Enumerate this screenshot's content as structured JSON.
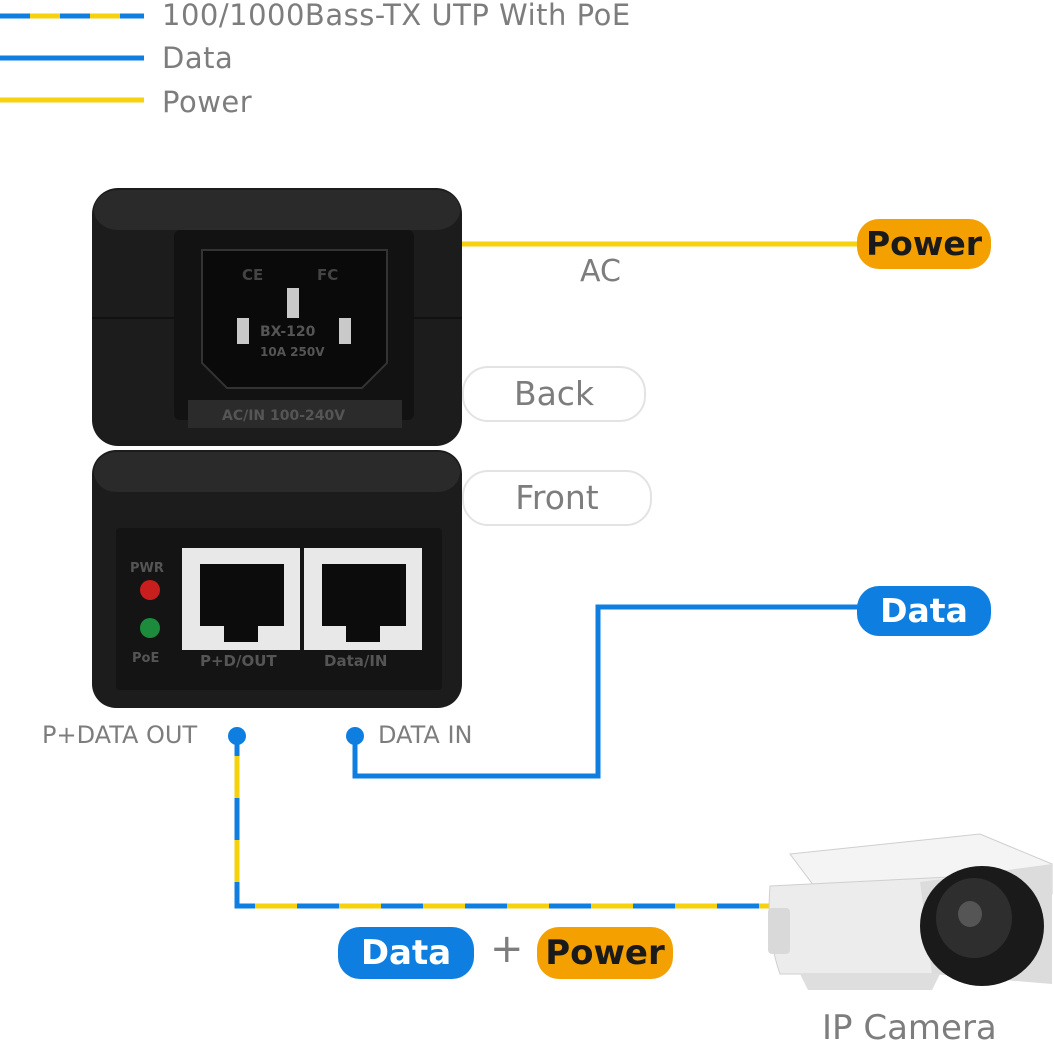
{
  "legend": [
    {
      "label": "100/1000Bass-TX UTP With PoE",
      "style": "mixed"
    },
    {
      "label": "Data",
      "style": "blue"
    },
    {
      "label": "Power",
      "style": "yellow"
    }
  ],
  "colors": {
    "blue": "#0e7fe1",
    "yellow": "#f5d20c",
    "orange": "#f4a000",
    "gray_text": "#7d7d7d"
  },
  "back_unit": {
    "ac_label": "AC",
    "power_tag": "Power",
    "socket_text": [
      "CE",
      "FC",
      "BX-120",
      "10A 250V",
      "AC/IN 100-240V"
    ]
  },
  "view_tags": {
    "back": "Back",
    "front": "Front"
  },
  "front_unit": {
    "led_pwr": "PWR",
    "led_poe": "PoE",
    "port_out_label": "P+D/OUT",
    "port_in_label": "Data/IN"
  },
  "connections": {
    "out_label": "P+DATA OUT",
    "in_label": "DATA IN",
    "data_tag": "Data",
    "bottom_data_tag": "Data",
    "plus": "+",
    "bottom_power_tag": "Power"
  },
  "camera_label": "IP Camera"
}
